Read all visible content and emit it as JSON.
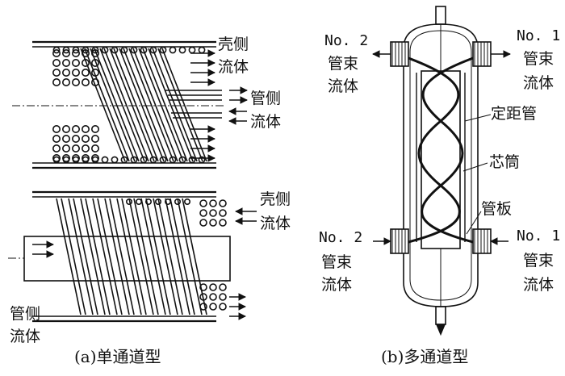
{
  "panel_a": {
    "top": {
      "shell_fluid": [
        "壳侧",
        "流体"
      ],
      "tube_fluid": [
        "管侧",
        "流体"
      ]
    },
    "bottom": {
      "shell_fluid": [
        "壳侧",
        "流体"
      ],
      "tube_fluid": [
        "管侧",
        "流体"
      ]
    },
    "caption": "(a)单通道型"
  },
  "panel_b": {
    "top_left": [
      "No. 2",
      "管束",
      "流体"
    ],
    "top_right": [
      "No. 1",
      "管束",
      "流体"
    ],
    "bottom_left": [
      "No. 2",
      "管束",
      "流体"
    ],
    "bottom_right": [
      "No. 1",
      "管束",
      "流体"
    ],
    "spacer_tube": "定距管",
    "core_tube": "芯筒",
    "tube_sheet": "管板",
    "caption": "(b)多通道型"
  }
}
